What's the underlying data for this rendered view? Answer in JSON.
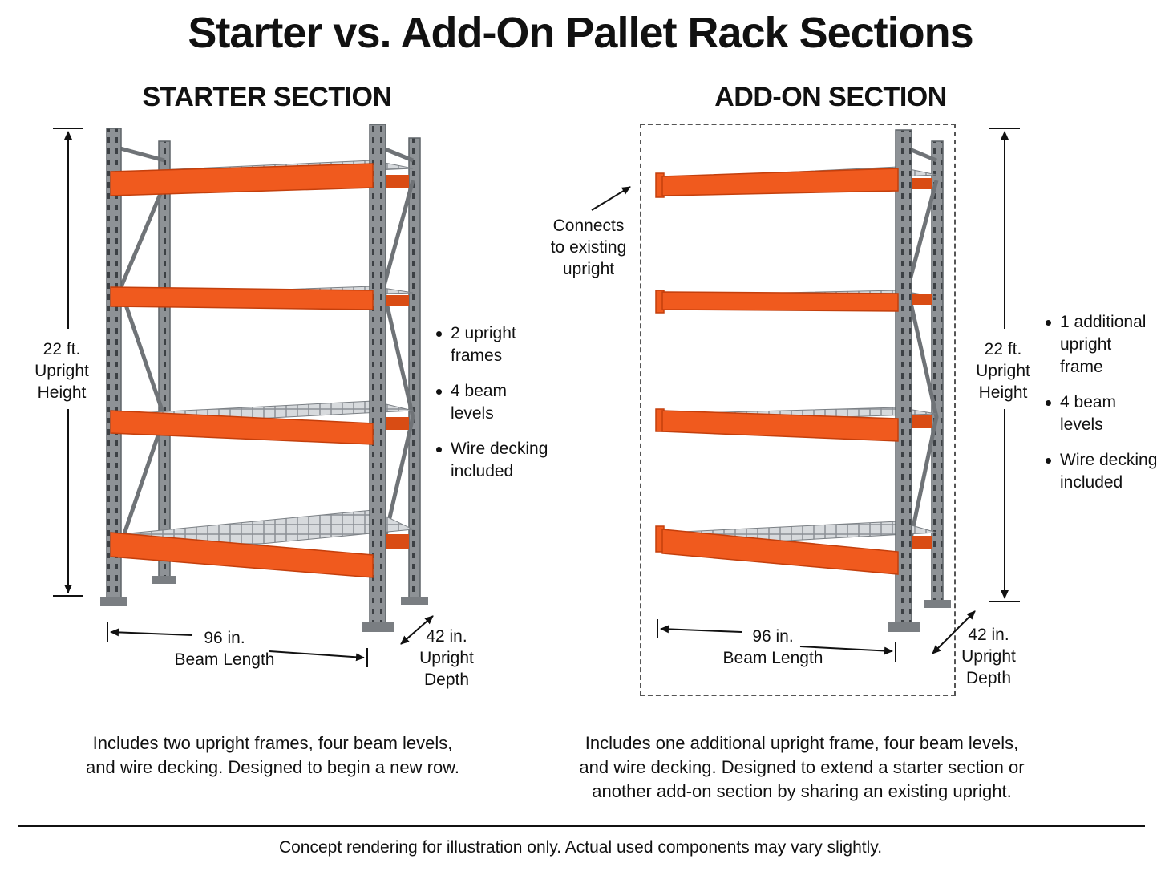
{
  "title": "Starter vs. Add-On Pallet Rack Sections",
  "colors": {
    "beam": "#f05a1e",
    "beam_dark": "#c43f0c",
    "upright": "#8e9296",
    "upright_dark": "#5f6468",
    "decking": "#b9bec3"
  },
  "starter": {
    "heading": "STARTER SECTION",
    "height_label": [
      "22 ft.",
      "Upright",
      "Height"
    ],
    "length_label": [
      "96 in.",
      "Beam Length"
    ],
    "depth_label": [
      "42 in.",
      "Upright",
      "Depth"
    ],
    "bullets": [
      [
        "2 upright",
        "frames"
      ],
      [
        "4 beam",
        "levels"
      ],
      [
        "Wire decking",
        "included"
      ]
    ],
    "description": [
      "Includes two upright frames, four beam levels,",
      "and wire decking. Designed to begin a new row."
    ]
  },
  "addon": {
    "heading": "ADD-ON SECTION",
    "connect_label": [
      "Connects",
      "to existing",
      "upright"
    ],
    "height_label": [
      "22 ft.",
      "Upright",
      "Height"
    ],
    "length_label": [
      "96 in.",
      "Beam Length"
    ],
    "depth_label": [
      "42 in.",
      "Upright",
      "Depth"
    ],
    "bullets": [
      [
        "1 additional",
        "upright",
        "frame"
      ],
      [
        "4 beam",
        "levels"
      ],
      [
        "Wire decking",
        "included"
      ]
    ],
    "description": [
      "Includes one additional upright frame, four beam levels,",
      "and wire decking. Designed to extend a starter section or",
      "another add-on section by sharing an existing upright."
    ]
  },
  "footer": "Concept rendering for illustration only. Actual used components may vary slightly."
}
